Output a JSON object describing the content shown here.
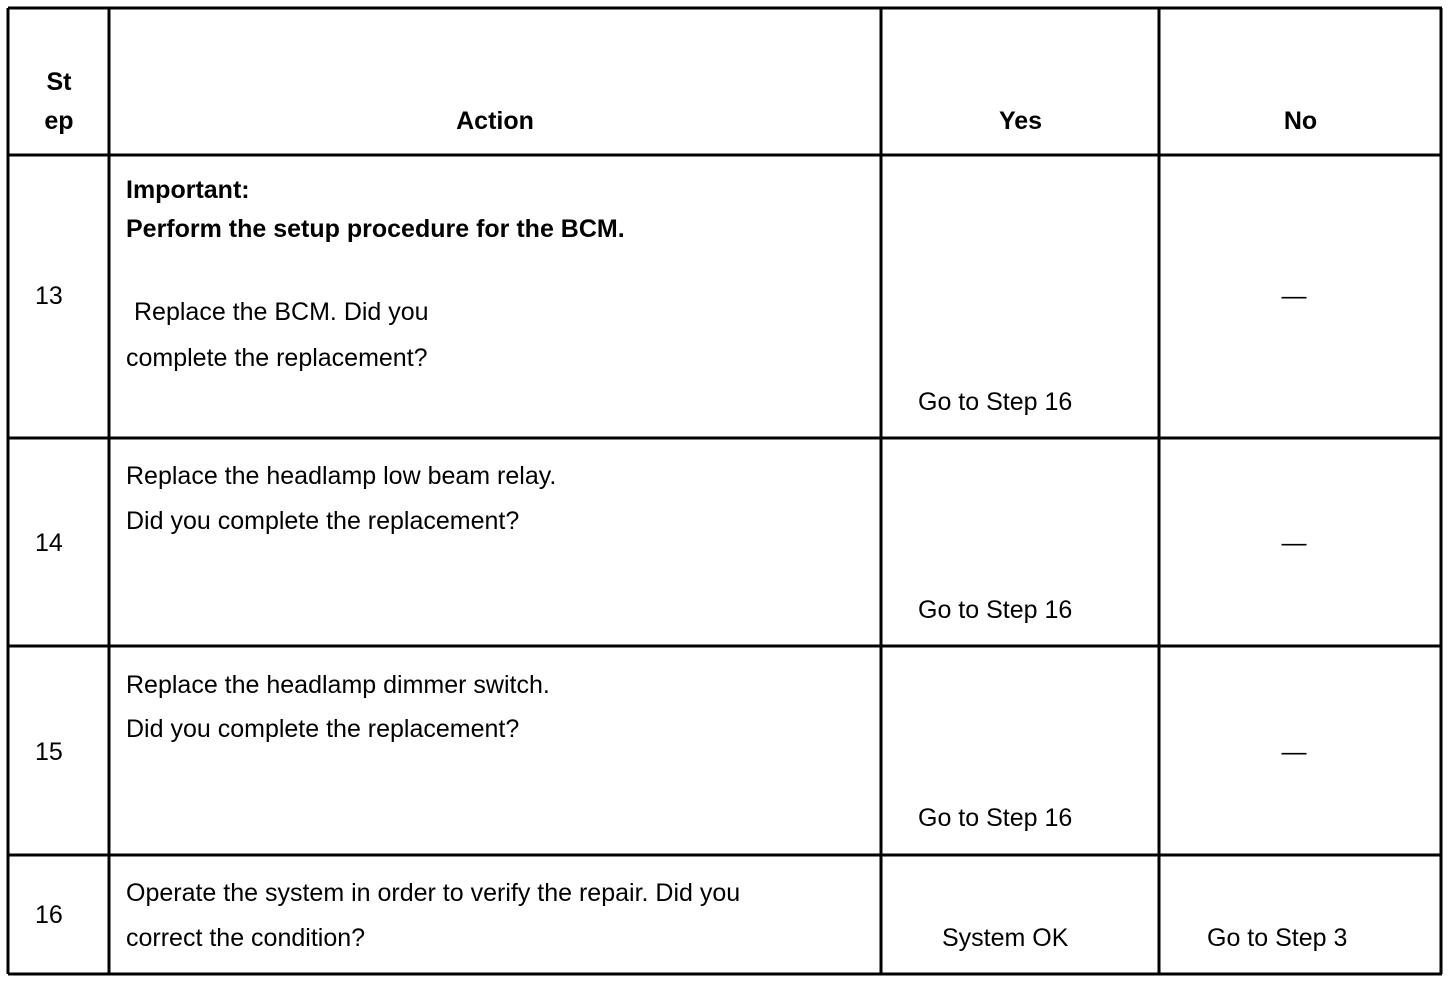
{
  "table": {
    "header": {
      "step_line1": "St",
      "step_line2": "ep",
      "action": "Action",
      "yes": "Yes",
      "no": "No"
    },
    "rows": [
      {
        "step": "13",
        "important_label": "Important:",
        "important_text": "Perform the setup procedure for the BCM.",
        "action_line1": "Replace the BCM. Did you",
        "action_line2": "complete the replacement?",
        "yes": "Go to Step 16",
        "no": "—"
      },
      {
        "step": "14",
        "action_line1": "Replace the headlamp low beam relay.",
        "action_line2": "Did you complete the replacement?",
        "yes": "Go to Step 16",
        "no": "—"
      },
      {
        "step": "15",
        "action_line1": "Replace the headlamp dimmer switch.",
        "action_line2": "Did you complete the replacement?",
        "yes": "Go to Step 16",
        "no": "—"
      },
      {
        "step": "16",
        "action_line1": "Operate the system in order to verify the repair. Did you",
        "action_line2": "correct the condition?",
        "yes": "System OK",
        "no": "Go to Step 3"
      }
    ]
  }
}
